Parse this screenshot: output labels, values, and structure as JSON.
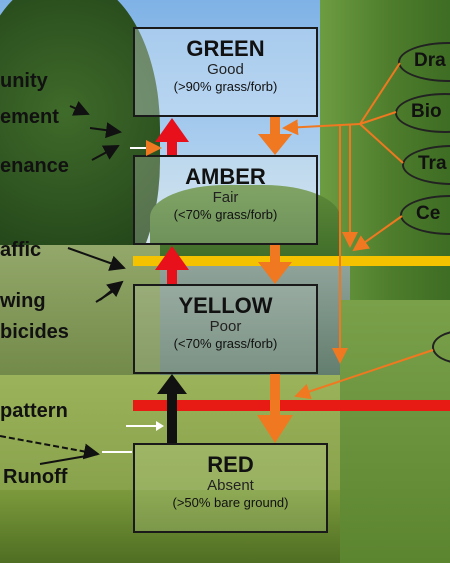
{
  "boxes": {
    "green": {
      "title": "GREEN",
      "sub": "Good",
      "range": "(>90% grass/forb)"
    },
    "amber": {
      "title": "AMBER",
      "sub": "Fair",
      "range": "(<70% grass/forb)"
    },
    "yellow": {
      "title": "YELLOW",
      "sub": "Poor",
      "range": "(<70% grass/forb)"
    },
    "red": {
      "title": "RED",
      "sub": "Absent",
      "range": "(>50% bare ground)"
    }
  },
  "left_labels": [
    "unity",
    "ement",
    "enance",
    "affic",
    "wing",
    "bicides",
    "pattern",
    "Runoff"
  ],
  "right_labels": [
    "Dra",
    "Bio",
    "Tra",
    "Ce"
  ],
  "colors": {
    "up_arrow": "#e8101a",
    "down_arrow": "#f07820",
    "amber_band": "#f5c200",
    "red_band": "#e81a14",
    "link": "#f07820"
  }
}
